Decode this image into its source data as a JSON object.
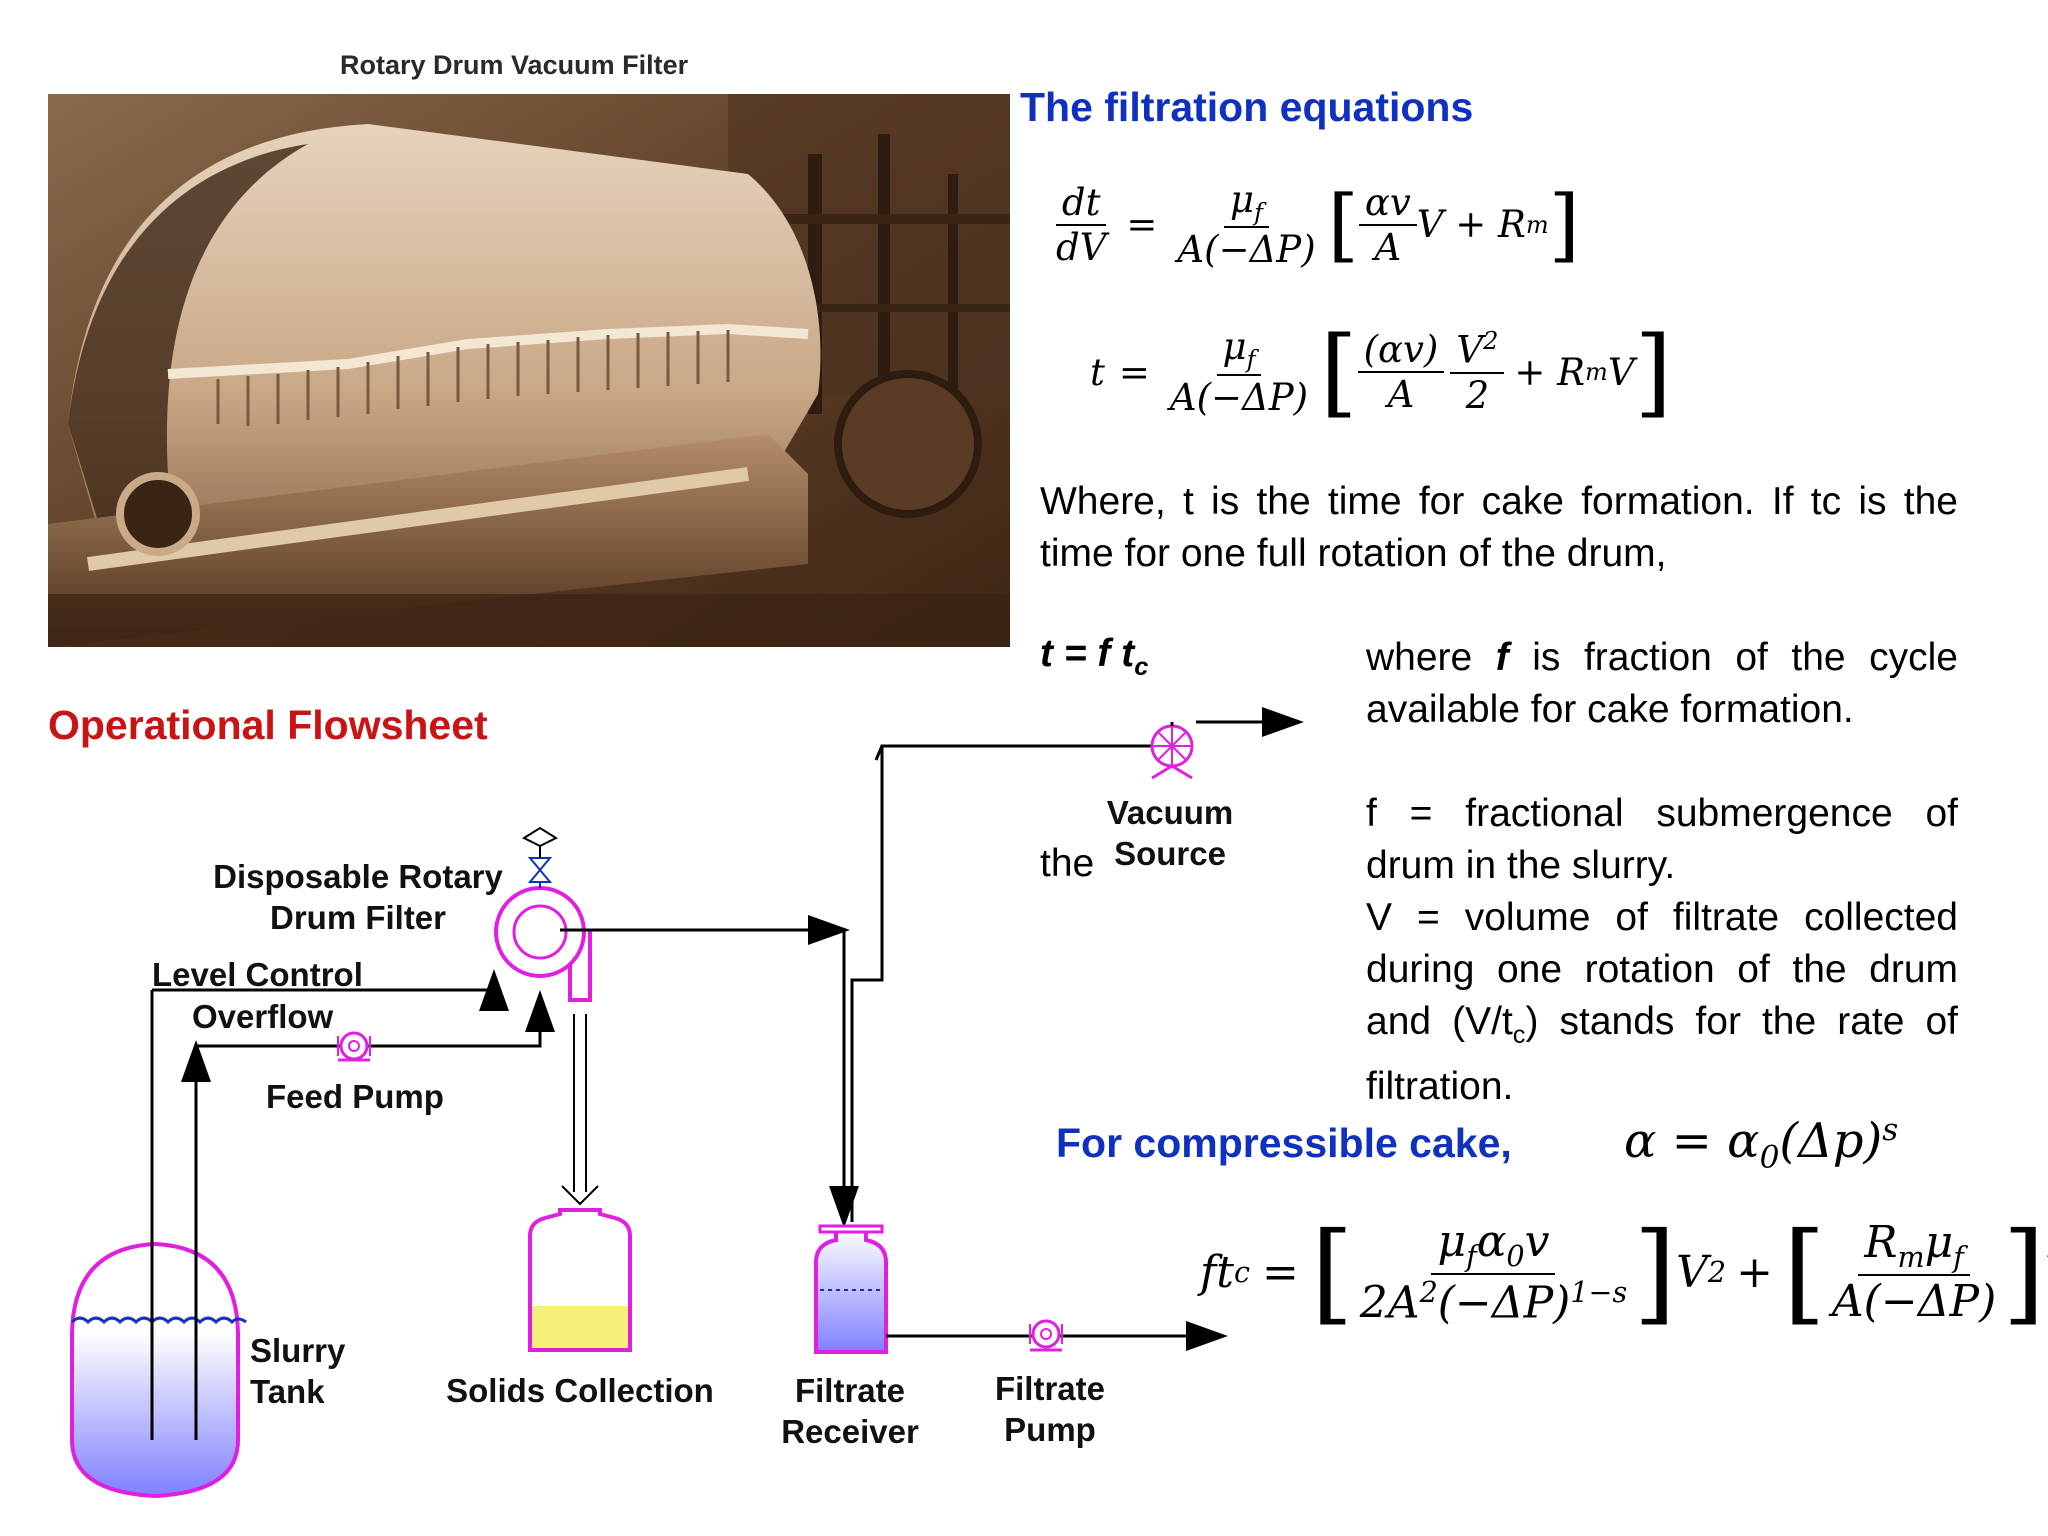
{
  "photo": {
    "caption": "Rotary Drum Vacuum Filter"
  },
  "equations": {
    "title": "The filtration equations",
    "eq1_lhs_num": "dt",
    "eq1_lhs_den": "dV",
    "eq1_coef_num": "μ",
    "eq1_coef_num_sub": "f",
    "eq1_coef_den": "A(−ΔP)",
    "eq1_inner_num": "αv",
    "eq1_inner_den": "A",
    "eq1_inner_rest": "V + R",
    "eq1_inner_sub": "m",
    "eq2_lhs": "t",
    "eq2_coef_num": "μ",
    "eq2_coef_num_sub": "f",
    "eq2_coef_den": "A(−ΔP)",
    "eq2_a_num": "(αv)",
    "eq2_a_den": "A",
    "eq2_b_num": "V",
    "eq2_b_num_sup": "2",
    "eq2_b_den": "2",
    "eq2_rest": "+ R",
    "eq2_rest_sub": "m",
    "eq2_rest_tail": "V"
  },
  "text": {
    "where_line": "Where, t is the time for cake formation. If tc is the time for one full rotation of the drum,",
    "t_eq_main": "t = f t",
    "t_eq_sub": "c",
    "f_def_pre": "where ",
    "f_def_bold": "f",
    "f_def_post": " is fraction of the cycle available for cake formation.",
    "the_word": "the",
    "f_line": "f = fractional submergence of drum in the slurry.",
    "v_line_pre": "V = volume of filtrate collected during one rotation of the drum and (V/t",
    "v_line_sub": "c",
    "v_line_post": ") stands for the rate of filtration.",
    "compressible_label": "For compressible cake,",
    "alpha_eq_lhs": "α = α",
    "alpha_eq_sub": "0",
    "alpha_eq_rest": "(Δp)",
    "alpha_eq_sup": "s",
    "ftc_lhs": "ft",
    "ftc_lhs_sub": "c",
    "ftc_a_num": "μ",
    "ftc_a_num_sub1": "f",
    "ftc_a_num_mid": "α",
    "ftc_a_num_sub2": "0",
    "ftc_a_num_tail": "v",
    "ftc_a_den": "2A",
    "ftc_a_den_sup": "2",
    "ftc_a_den_mid": "(−ΔP)",
    "ftc_a_den_sup2": "1−s",
    "ftc_v2": "V",
    "ftc_v2_sup": "2",
    "ftc_b_num": "R",
    "ftc_b_num_sub1": "m",
    "ftc_b_num_mid": "μ",
    "ftc_b_num_sub2": "f",
    "ftc_b_den": "A(−ΔP)",
    "ftc_tail": "V"
  },
  "flowsheet": {
    "title": "Operational Flowsheet",
    "vacuum_source": "Vacuum\nSource",
    "drum_filter": "Disposable Rotary\nDrum Filter",
    "level_control": "Level Control",
    "overflow": "Overflow",
    "feed_pump": "Feed Pump",
    "slurry_tank": "Slurry\nTank",
    "solids_collection": "Solids Collection",
    "filtrate_receiver": "Filtrate\nReceiver",
    "filtrate_pump": "Filtrate\nPump"
  },
  "colors": {
    "blue_heading": "#1030c0",
    "red_heading": "#c81414",
    "equipment_magenta": "#e020e0",
    "liquid_blue": "#8080ff",
    "solids_yellow": "#f5f07a"
  }
}
